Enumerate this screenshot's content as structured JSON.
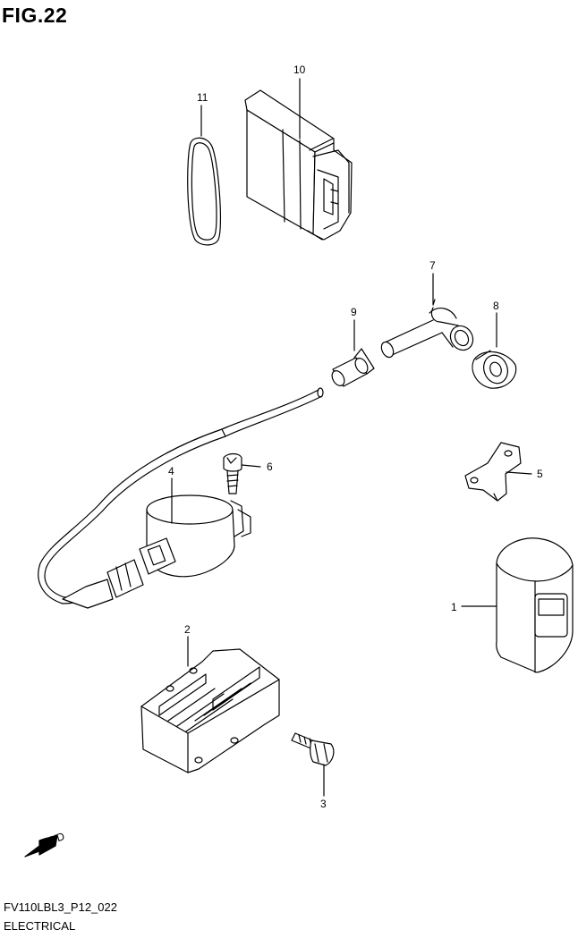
{
  "header": {
    "title": "FIG.22"
  },
  "footer": {
    "code": "FV110LBL3_P12_022",
    "name": "ELECTRICAL"
  },
  "fwd_label": "FWD",
  "parts": [
    {
      "ref": "1"
    },
    {
      "ref": "2"
    },
    {
      "ref": "3"
    },
    {
      "ref": "4"
    },
    {
      "ref": "5"
    },
    {
      "ref": "6"
    },
    {
      "ref": "7"
    },
    {
      "ref": "8"
    },
    {
      "ref": "9"
    },
    {
      "ref": "10"
    },
    {
      "ref": "11"
    }
  ]
}
